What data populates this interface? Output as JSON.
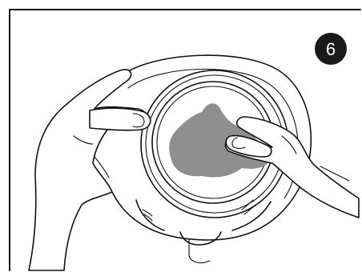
{
  "step_badge": {
    "number": "6",
    "fill": "#1a1a1a",
    "text_color": "#ffffff"
  },
  "frame_color": "#111111",
  "cloth_color": "#8f8f8f",
  "icons": [
    "kettle-base",
    "left-hand",
    "right-hand",
    "cleaning-cloth",
    "step-badge"
  ]
}
